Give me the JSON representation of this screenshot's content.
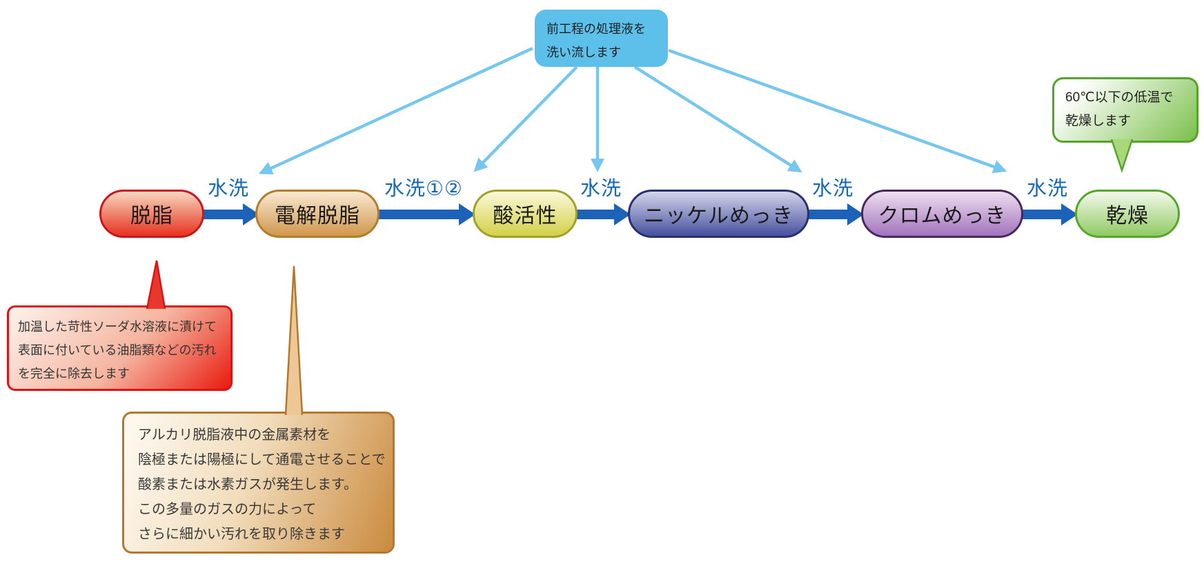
{
  "top_callout": {
    "line1": "前工程の処理液を",
    "line2": "洗い流します"
  },
  "steps": [
    {
      "label": "脱脂",
      "border": "#c9151c",
      "fill_top": "#f9d6bf",
      "fill_bottom": "#e6331f"
    },
    {
      "label": "電解脱脂",
      "border": "#b37b2c",
      "fill_top": "#f9e9d1",
      "fill_bottom": "#d0974d"
    },
    {
      "label": "酸活性",
      "border": "#a0a02b",
      "fill_top": "#fbf8da",
      "fill_bottom": "#d2d148"
    },
    {
      "label": "ニッケルめっき",
      "border": "#2a2f6e",
      "fill_top": "#d4d5ea",
      "fill_bottom": "#46519f"
    },
    {
      "label": "クロムめっき",
      "border": "#46285f",
      "fill_top": "#eedff0",
      "fill_bottom": "#a273bd"
    },
    {
      "label": "乾燥",
      "border": "#57a62c",
      "fill_top": "#f3f9ec",
      "fill_bottom": "#90ca62"
    }
  ],
  "wash_labels": [
    {
      "label": "水洗"
    },
    {
      "label": "水洗①②"
    },
    {
      "label": "水洗"
    },
    {
      "label": "水洗"
    },
    {
      "label": "水洗"
    }
  ],
  "dry_callout": {
    "line1": "60℃以下の低温で",
    "line2": "乾燥します"
  },
  "degrease_note": {
    "line1": "加温した苛性ソーダ水溶液に漬けて",
    "line2": "表面に付いている油脂類などの汚れ",
    "line3": "を完全に除去します"
  },
  "electro_note": {
    "line1": "アルカリ脱脂液中の金属素材を",
    "line2": "陰極または陽極にして通電させることで",
    "line3": "酸素または水素ガスが発生します。",
    "line4": "この多量のガスの力によって",
    "line5": "さらに細かい汚れを取り除きます"
  },
  "colors": {
    "top_callout_fill": "#5cc0ea",
    "wash_arrow": "#76c7ee",
    "flow_arrow": "#1b62b8",
    "wash_text": "#1569b6",
    "dry_callout_border": "#54a428",
    "degrease_note_border": "#de1212",
    "electro_note_border": "#b3772e"
  }
}
